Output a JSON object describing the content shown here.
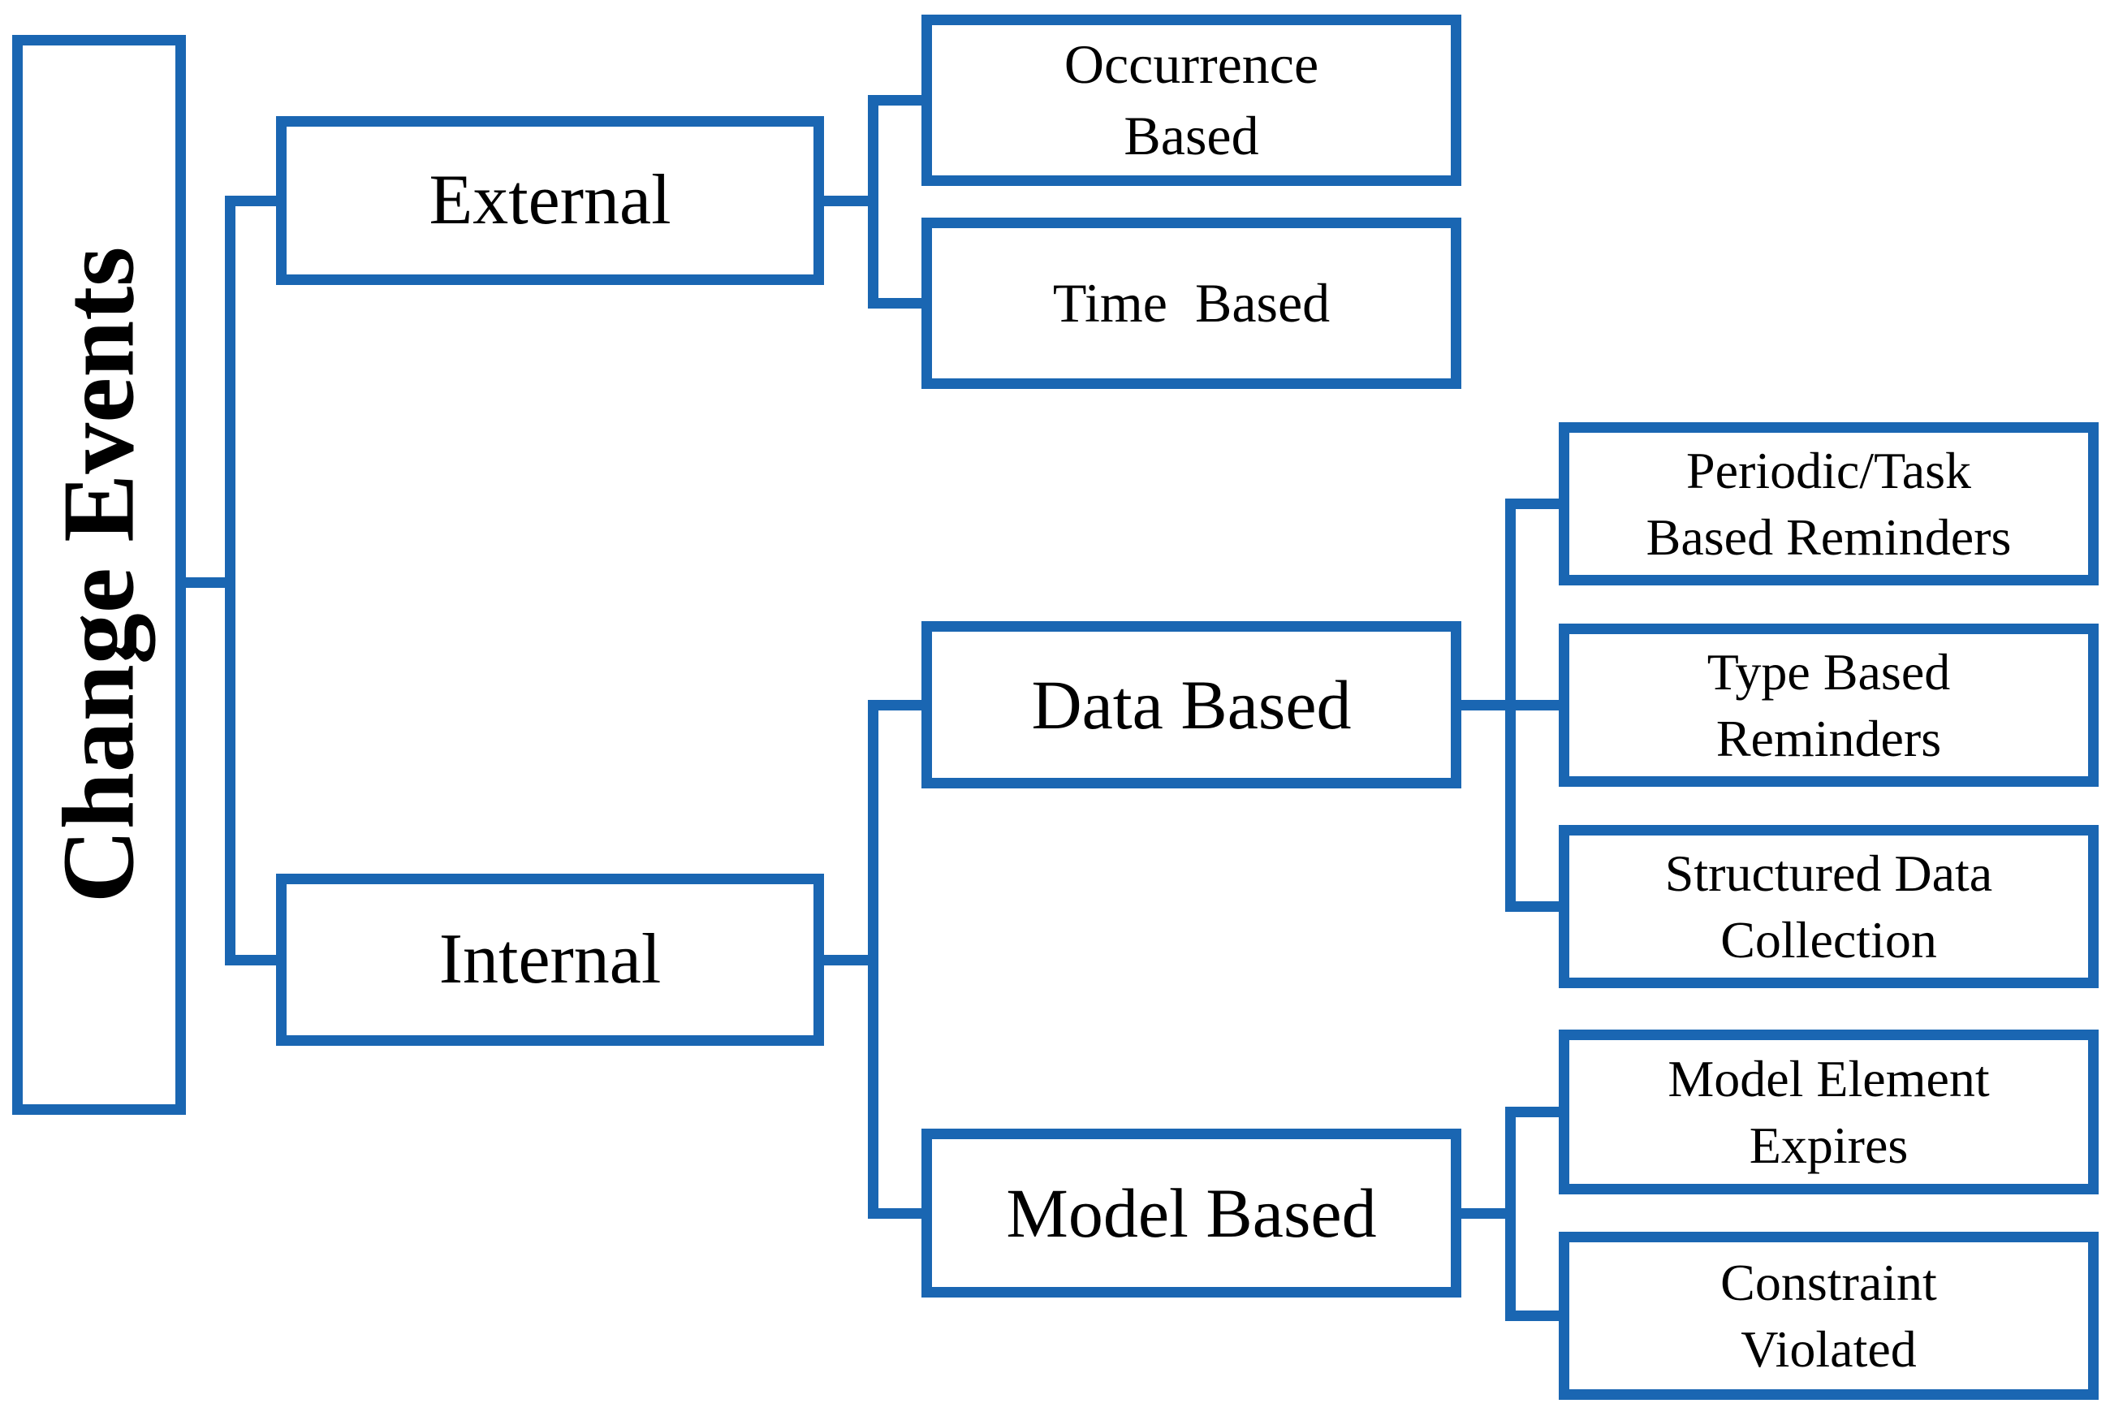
{
  "diagram": {
    "title": "Change Events classification tree",
    "colors": {
      "border": "#1A66B2",
      "text": "#000000",
      "background": "#FFFFFF"
    },
    "nodes": {
      "root": {
        "label": "Change Events"
      },
      "external": {
        "label": "External"
      },
      "internal": {
        "label": "Internal"
      },
      "occurrence": {
        "label": "Occurrence\nBased"
      },
      "time": {
        "label": "Time  Based"
      },
      "data": {
        "label": "Data Based"
      },
      "model": {
        "label": "Model Based"
      },
      "periodic": {
        "label": "Periodic/Task\nBased Reminders"
      },
      "type": {
        "label": "Type Based\nReminders"
      },
      "structured": {
        "label": "Structured Data\nCollection"
      },
      "model_element": {
        "label": "Model Element\nExpires"
      },
      "constraint": {
        "label": "Constraint\nViolated"
      }
    },
    "edges": [
      "Change Events -> External",
      "Change Events -> Internal",
      "External -> Occurrence Based",
      "External -> Time Based",
      "Internal -> Data Based",
      "Internal -> Model Based",
      "Data Based -> Periodic/Task Based Reminders",
      "Data Based -> Type Based Reminders",
      "Data Based -> Structured Data Collection",
      "Model Based -> Model Element Expires",
      "Model Based -> Constraint Violated"
    ]
  }
}
